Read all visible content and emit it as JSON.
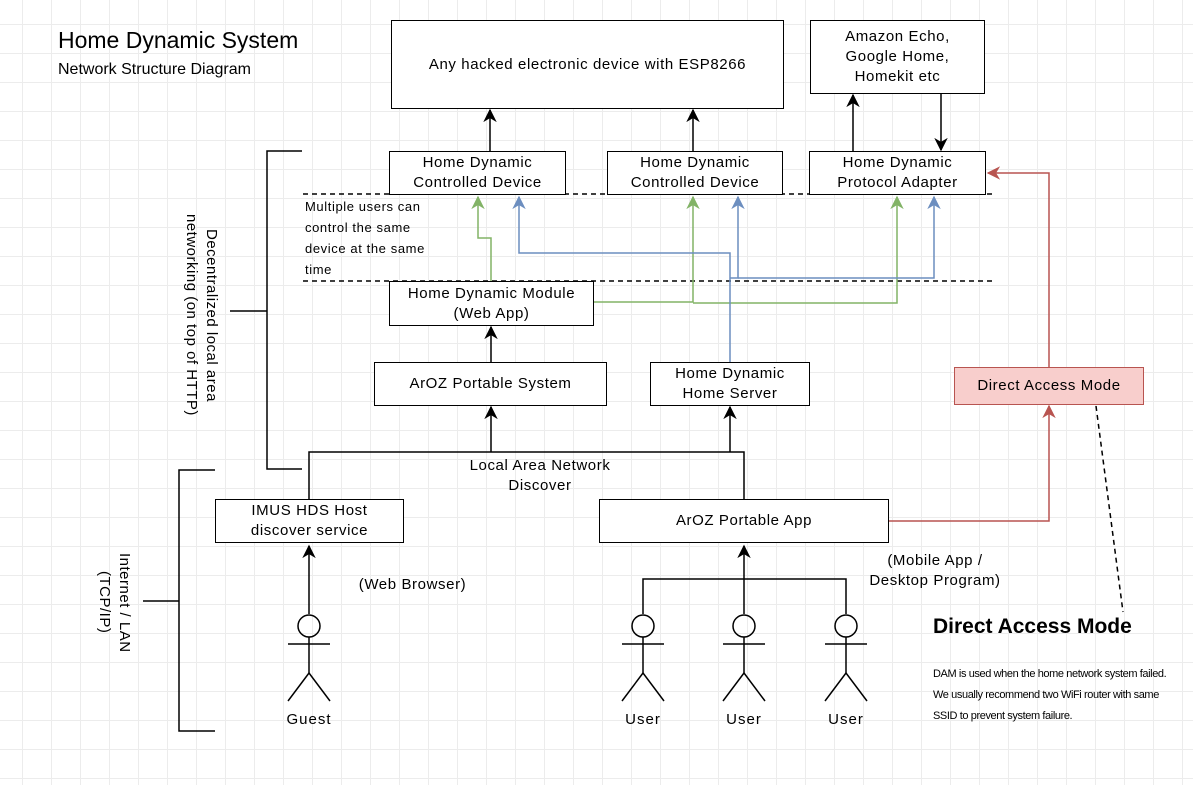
{
  "header": {
    "title": "Home Dynamic System",
    "subtitle": "Network Structure Diagram"
  },
  "nodes": {
    "esp_device": "Any hacked electronic device with ESP8266",
    "smart_assistants": "Amazon Echo,\nGoogle Home,\nHomekit etc",
    "controlled_device_1": "Home Dynamic\nControlled Device",
    "controlled_device_2": "Home Dynamic\nControlled Device",
    "protocol_adapter": "Home Dynamic\nProtocol Adapter",
    "module": "Home Dynamic Module\n(Web App)",
    "aroz_system": "ArOZ Portable System",
    "home_server": "Home Dynamic\nHome Server",
    "direct_access": "Direct  Access Mode",
    "imus_hds": "IMUS HDS Host\ndiscover service",
    "aroz_app": "ArOZ Portable App"
  },
  "labels": {
    "multi_user_note": "Multiple users can\ncontrol the same\ndevice at the same\ntime",
    "lan_discover": "Local Area Network\nDiscover",
    "web_browser": "(Web Browser)",
    "mobile_desktop": "(Mobile App /\nDesktop Program)",
    "decentralized": "Decentralized local area\nnetworking (on top of HTTP)",
    "internet_lan": "Internet / LAN\n(TCP/IP)"
  },
  "actors": {
    "guest": "Guest",
    "users": [
      "User",
      "User",
      "User"
    ]
  },
  "dam_note": {
    "title": "Direct Access Mode",
    "text": "DAM is used when the home network system failed.\nWe usually recommend two WiFi router with same\nSSID to prevent system failure."
  },
  "colors": {
    "green_link": "#82b366",
    "blue_link": "#6c8ebf",
    "red_link": "#b85450",
    "red_fill": "#f8cecc"
  }
}
